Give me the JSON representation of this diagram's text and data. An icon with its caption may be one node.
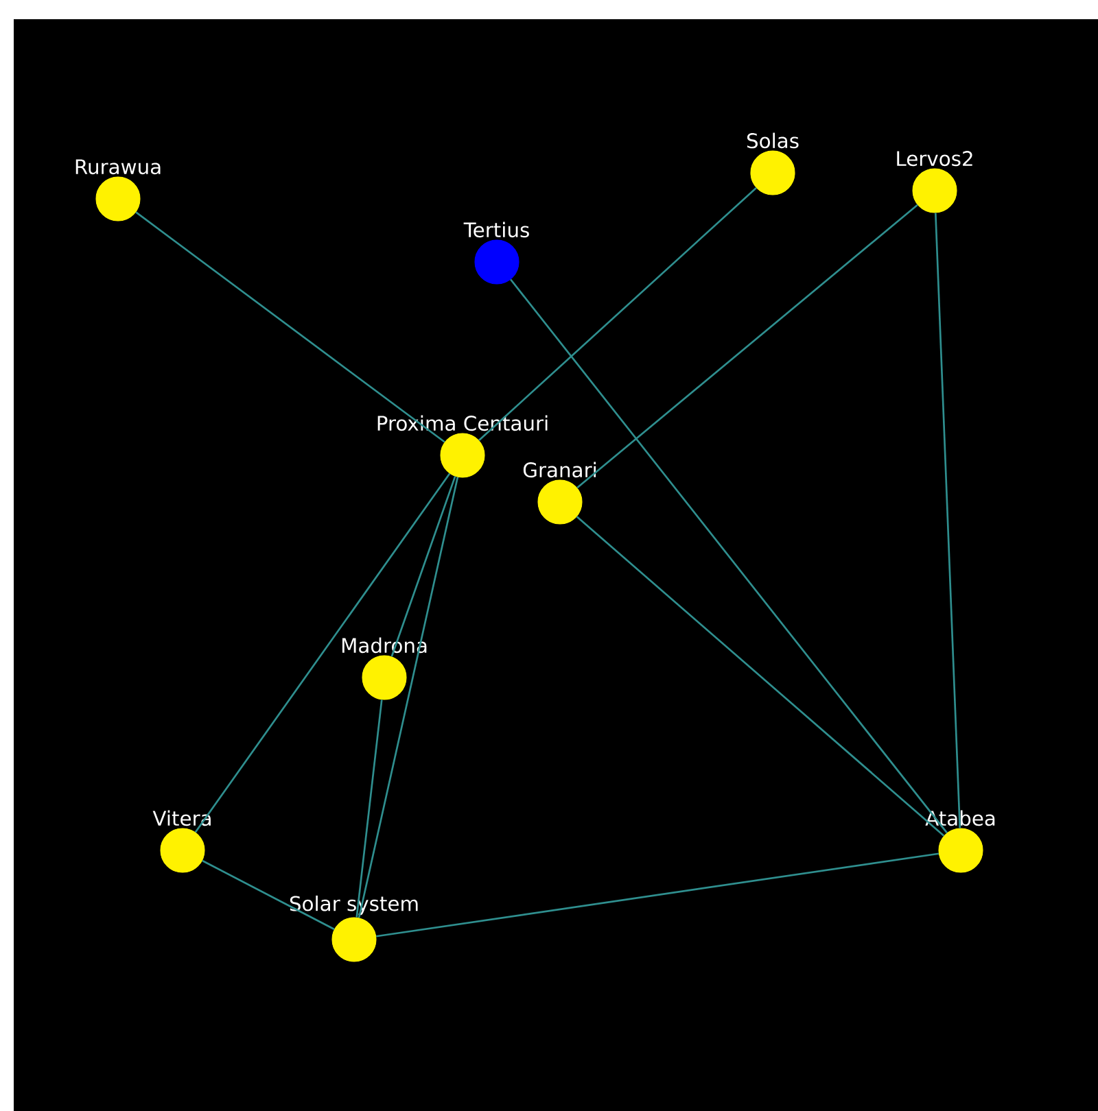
{
  "diagram": {
    "nodes": [
      {
        "text": [
          "Solas"
        ]
      },
      {
        "text": [
          "Lervos2"
        ]
      },
      {
        "text": [
          "Rurawua"
        ]
      },
      {
        "text": [
          "Tertius"
        ]
      },
      {
        "text": [
          "Proxima Centauri"
        ]
      },
      {
        "text": [
          "Granari"
        ]
      },
      {
        "text": [
          "Madrona"
        ]
      },
      {
        "text": [
          "Vitera"
        ]
      },
      {
        "text": [
          "Atabea"
        ]
      },
      {
        "text": [
          "Solar system"
        ]
      }
    ],
    "edges": [
      {
        "from": 2,
        "to": 4,
        "arrow": "none"
      },
      {
        "from": 0,
        "to": 4,
        "arrow": "none"
      },
      {
        "from": 4,
        "to": 7,
        "arrow": "none"
      },
      {
        "from": 4,
        "to": 6,
        "arrow": "none"
      },
      {
        "from": 4,
        "to": 9,
        "arrow": "none"
      },
      {
        "from": 6,
        "to": 9,
        "arrow": "none"
      },
      {
        "from": 3,
        "to": 8,
        "arrow": "none"
      },
      {
        "from": 1,
        "to": 5,
        "arrow": "none"
      },
      {
        "from": 1,
        "to": 8,
        "arrow": "none"
      },
      {
        "from": 5,
        "to": 8,
        "arrow": "none"
      },
      {
        "from": 7,
        "to": 9,
        "arrow": "none"
      },
      {
        "from": 9,
        "to": 8,
        "arrow": "none"
      }
    ]
  }
}
